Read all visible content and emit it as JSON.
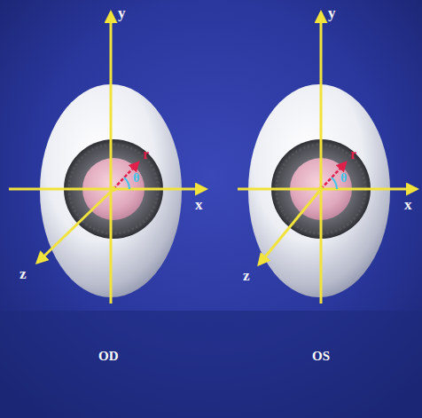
{
  "diagram": {
    "labels": [
      "y",
      "x",
      "z",
      "r",
      "θ",
      "OD",
      "y",
      "x",
      "z",
      "r",
      "θ",
      "OS"
    ]
  }
}
